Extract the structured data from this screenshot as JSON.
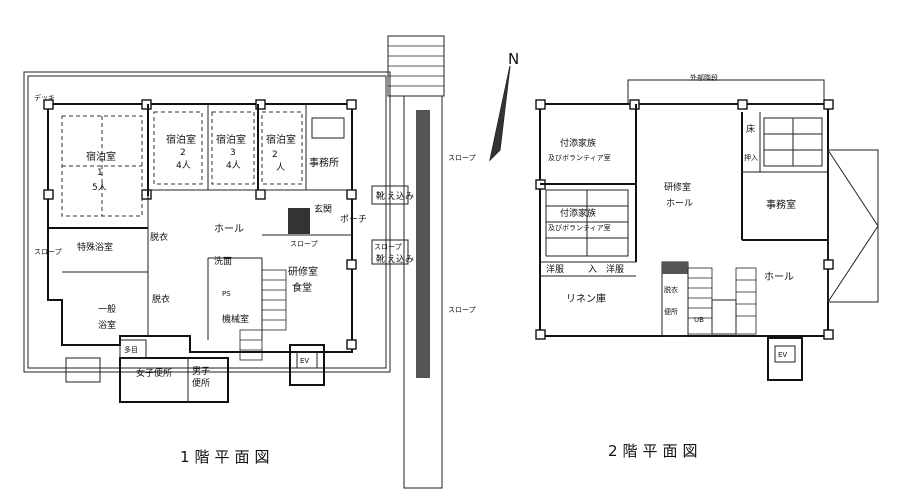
{
  "north_label": "N",
  "plan1": {
    "title": "1階平面図",
    "deck": "デッキ",
    "room1": "宿泊室",
    "room1_num": "1",
    "room1_cap": "5人",
    "room2": "宿泊室",
    "room2_num": "2",
    "room2_cap": "4人",
    "room3": "宿泊室",
    "room3_num": "3",
    "room3_cap": "4人",
    "room4": "宿泊室",
    "room4_num": "2",
    "room4_cap": "人",
    "office": "事務所",
    "hall": "ホール",
    "entrance": "玄関",
    "porch": "ポーチ",
    "shoe_a": "靴",
    "shoe_b": "え込み",
    "shoe_c": "靴",
    "shoe_d": "え込み",
    "slope_a": "スロープ",
    "slope_b": "スロープ",
    "slope_c": "スロープ",
    "slope_d": "スロープ",
    "slope_e": "スロープ",
    "special_bath": "特殊浴室",
    "closet": "脱衣",
    "general": "一般",
    "bath": "浴室",
    "dress": "脱衣",
    "wash": "洗面",
    "study_room": "研修室",
    "dining": "食堂",
    "ps": "PS",
    "machine_room": "機械室",
    "toilet_w": "女子便所",
    "toilet_m": "男子",
    "toilet_m2": "便所",
    "multi_toilet": "多目",
    "ev": "EV"
  },
  "plan2": {
    "title": "2階平面図",
    "outer_stair": "外部階段",
    "family_room1_a": "付添家族",
    "family_room1_b": "及びボランティア室",
    "family_room2_a": "付添家族",
    "family_room2_b": "及びボランティア室",
    "study_hall_a": "研修室",
    "study_hall_b": "ホール",
    "tatami_a": "床",
    "tatami_b": "押入",
    "office": "事務室",
    "hall": "ホール",
    "clothes": "洋服",
    "entry": "入",
    "clothes2": "洋服",
    "linen": "リネン庫",
    "dress": "脱衣",
    "toilet": "便所",
    "ub": "UB",
    "ev": "EV"
  }
}
